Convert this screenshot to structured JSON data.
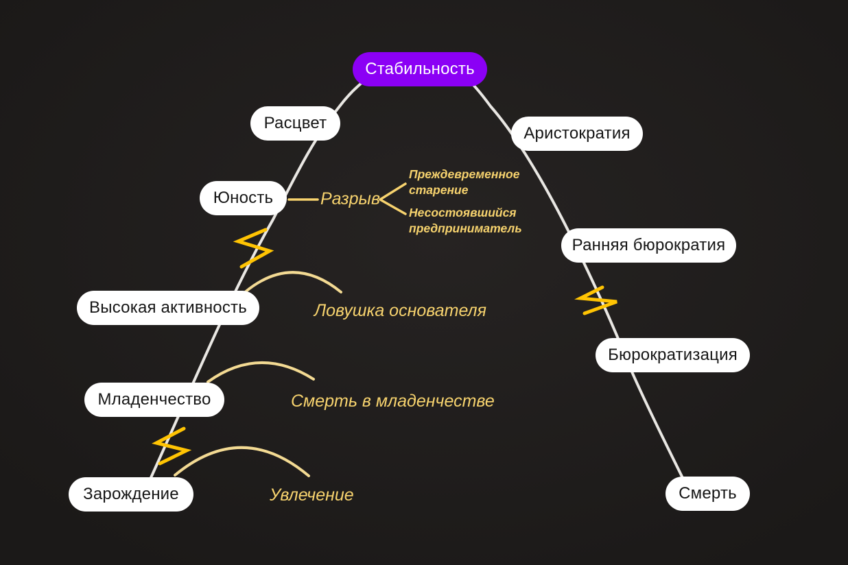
{
  "diagram": {
    "peak_badge": {
      "label": "Стабильность"
    },
    "stages": [
      {
        "id": "birth",
        "label": "Зарождение"
      },
      {
        "id": "infancy",
        "label": "Младенчество"
      },
      {
        "id": "go-go",
        "label": "Высокая активность"
      },
      {
        "id": "adolescence",
        "label": "Юность"
      },
      {
        "id": "prime",
        "label": "Расцвет"
      },
      {
        "id": "aristocracy",
        "label": "Аристократия"
      },
      {
        "id": "early-bureaucracy",
        "label": "Ранняя бюрократия"
      },
      {
        "id": "bureaucratization",
        "label": "Бюрократизация"
      },
      {
        "id": "death",
        "label": "Смерть"
      }
    ],
    "annotations": {
      "divorce": {
        "label": "Разрыв"
      },
      "premature_aging": {
        "label": "Преждевременное старение"
      },
      "unfulfilled_entrepreneur": {
        "label": "Несостоявшийся предприниматель"
      },
      "founder_trap": {
        "label": "Ловушка основателя"
      },
      "infant_death": {
        "label": "Смерть в младенчестве"
      },
      "affair": {
        "label": "Увлечение"
      }
    },
    "icons": [
      {
        "name": "lightning-icon",
        "meaning": "break between Юность and Высокая активность"
      },
      {
        "name": "lightning-icon",
        "meaning": "break between Младенчество and Зарождение"
      },
      {
        "name": "lightning-icon",
        "meaning": "break below Ранняя бюрократия"
      }
    ],
    "colors": {
      "bg_center": "#262322",
      "bg_edge": "#1b1918",
      "curve_gray": "#E9E7E3",
      "pill_white": "#FFFFFF",
      "pill_text": "#151515",
      "accent_purple": "#8B00F5",
      "annotation_yellow": "#F7D36E",
      "arc_yellow": "#F3DA93",
      "lightning_yellow": "#FFC403"
    }
  }
}
